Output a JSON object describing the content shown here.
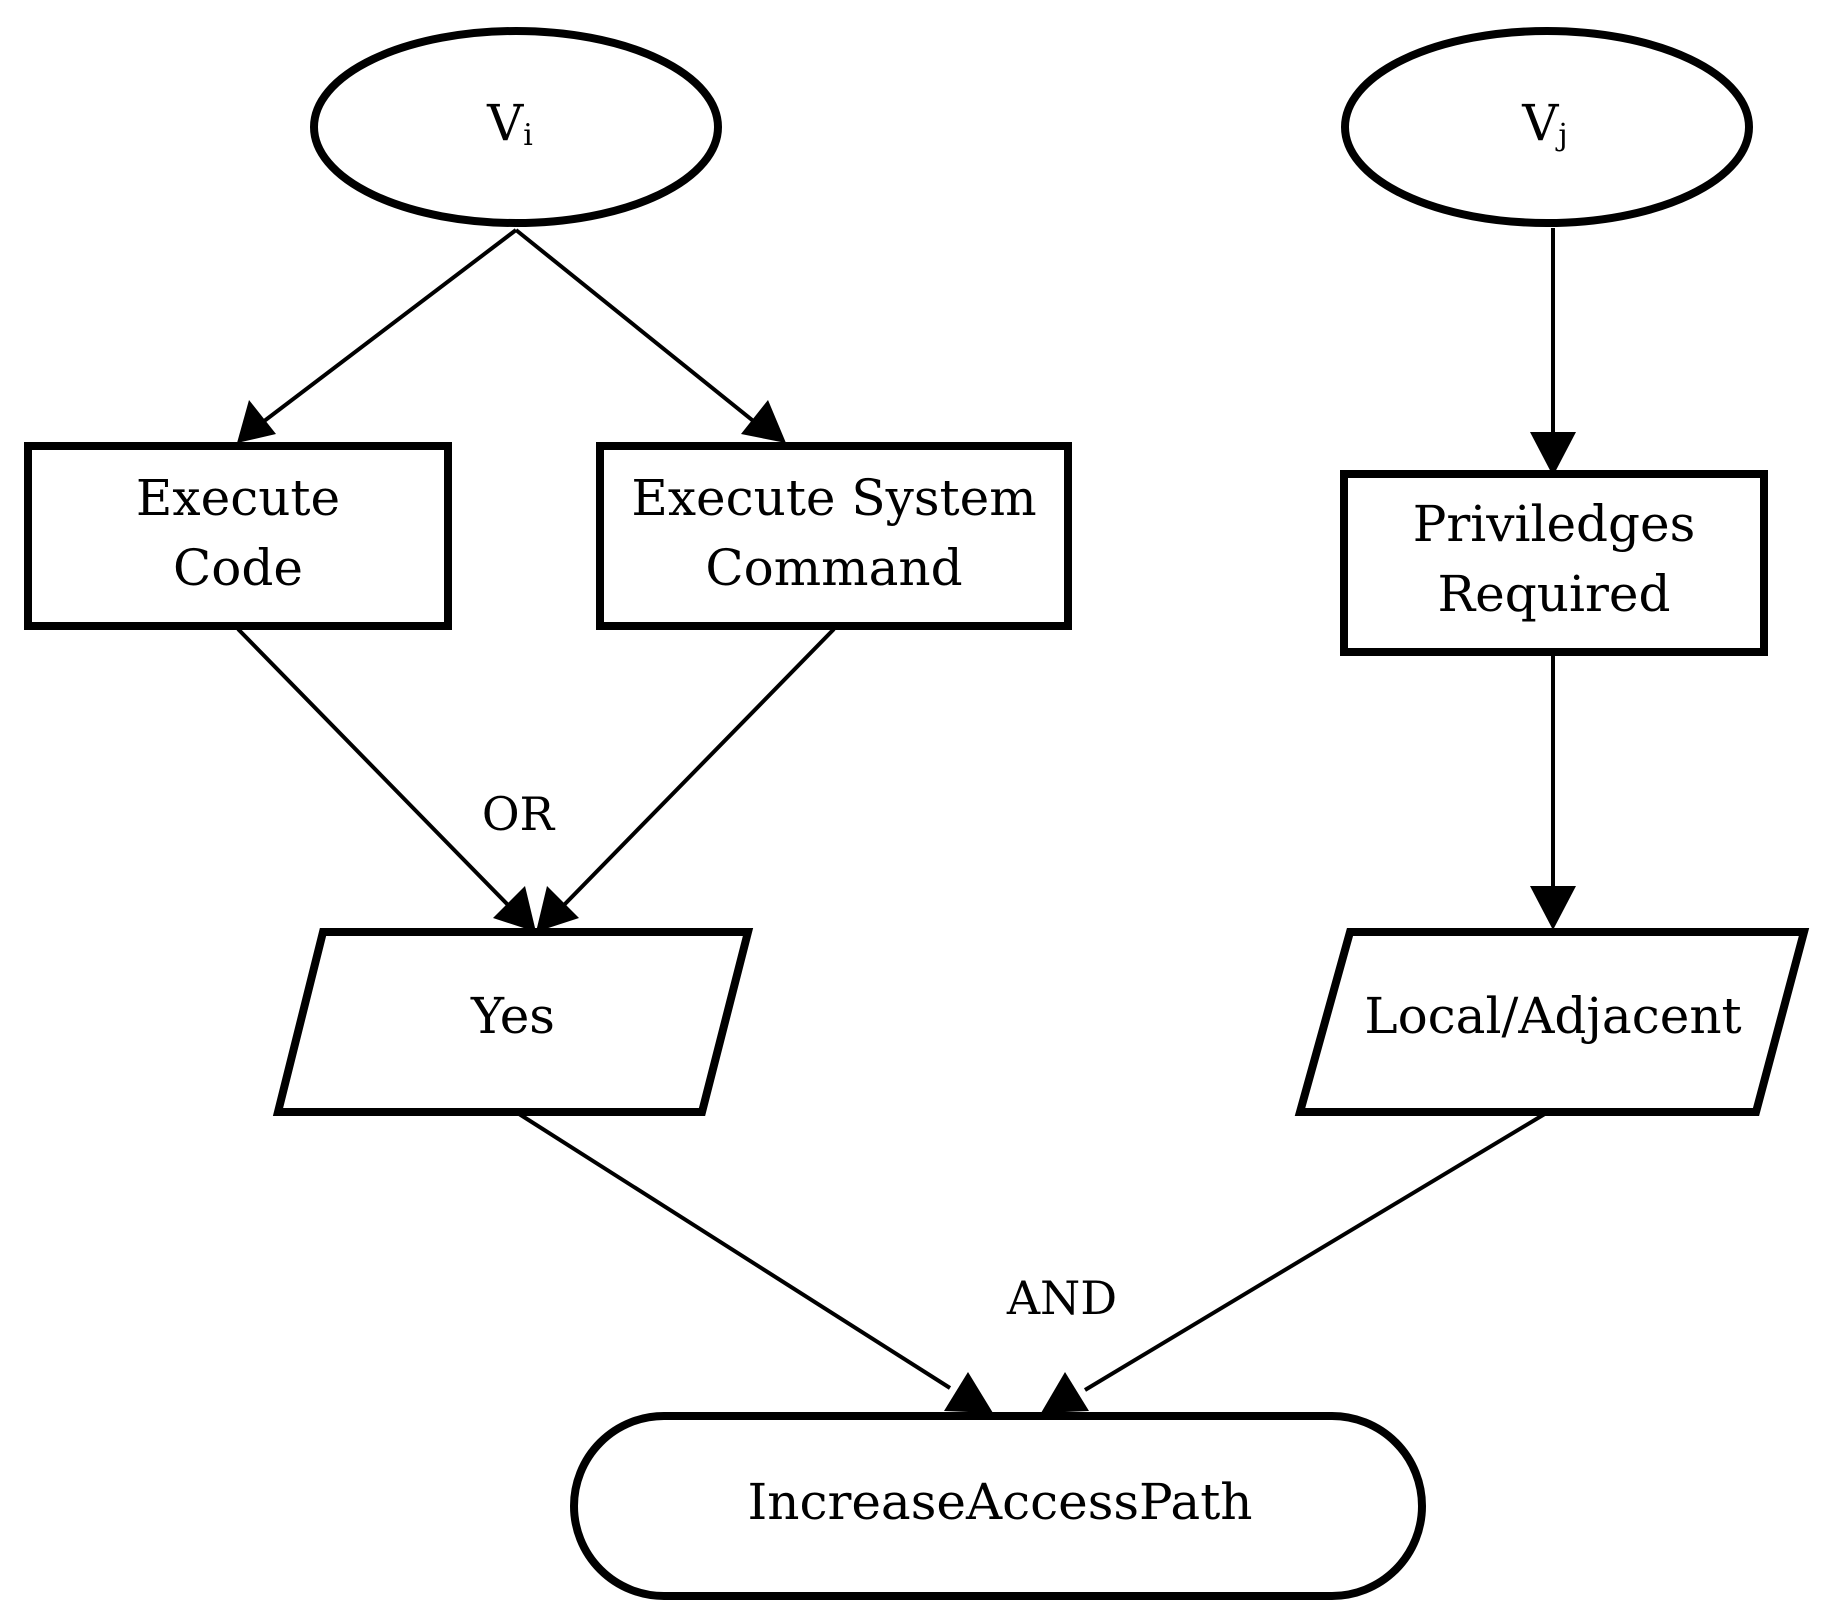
{
  "nodes": {
    "vi": {
      "main": "V",
      "sub": "i"
    },
    "vj": {
      "main": "V",
      "sub": "j"
    },
    "execute_code": {
      "line1": "Execute",
      "line2": "Code"
    },
    "execute_system_command": {
      "line1": "Execute System",
      "line2": "Command"
    },
    "privileges_required": {
      "line1": "Priviledges",
      "line2": "Required"
    },
    "yes": {
      "label": "Yes"
    },
    "local_adjacent": {
      "label": "Local/Adjacent"
    },
    "increase_access_path": {
      "label": "IncreaseAccessPath"
    }
  },
  "gates": {
    "or_label": "OR",
    "and_label": "AND"
  },
  "colors": {
    "stroke": "#000000",
    "background": "#ffffff"
  }
}
